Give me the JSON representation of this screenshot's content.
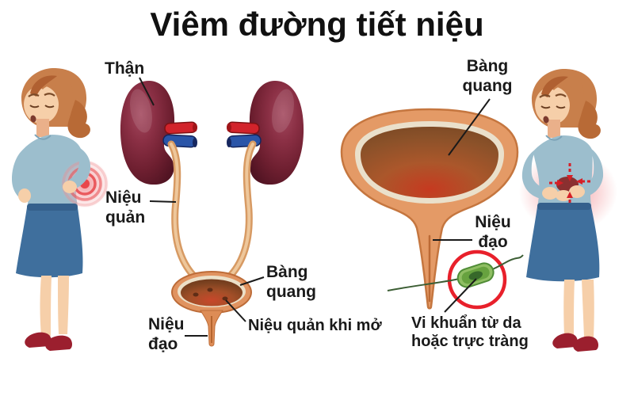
{
  "title": "Viêm đường tiết niệu",
  "urinary_tract_diagram": {
    "kidney_label": "Thận",
    "ureter_label": [
      "Niệu",
      "quản"
    ],
    "bladder_label": [
      "Bàng",
      "quang"
    ],
    "urethra_label": [
      "Niệu",
      "đạo"
    ],
    "open_ureter_label": "Niệu quản khi mở"
  },
  "bladder_diagram": {
    "bladder_label": [
      "Bàng",
      "quang"
    ],
    "urethra_label": [
      "Niệu",
      "đạo"
    ],
    "bacteria_label": [
      "Vi khuẩn từ da",
      "hoặc trực tràng"
    ]
  },
  "colors": {
    "background": "#ffffff",
    "title_text": "#111111",
    "label_text": "#1a1a1a",
    "kidney_maroon": "#7c2638",
    "artery_red": "#d2232b",
    "vein_blue": "#2a55a8",
    "ureter_tan": "#d79a63",
    "bladder_wall_orange": "#e49a66",
    "bladder_lining_cream": "#eae0cb",
    "urine_red_brown": "#c03a22",
    "bacteria_green": "#67a23f",
    "alert_circle_red": "#e8202b",
    "pain_red": "#e8474b",
    "hair_orange": "#c87f4b",
    "skin": "#f6cfa9",
    "shirt_blue": "#9cbecd",
    "skirt_blue": "#3f6f9d",
    "shoes_red": "#9b1f2e"
  }
}
